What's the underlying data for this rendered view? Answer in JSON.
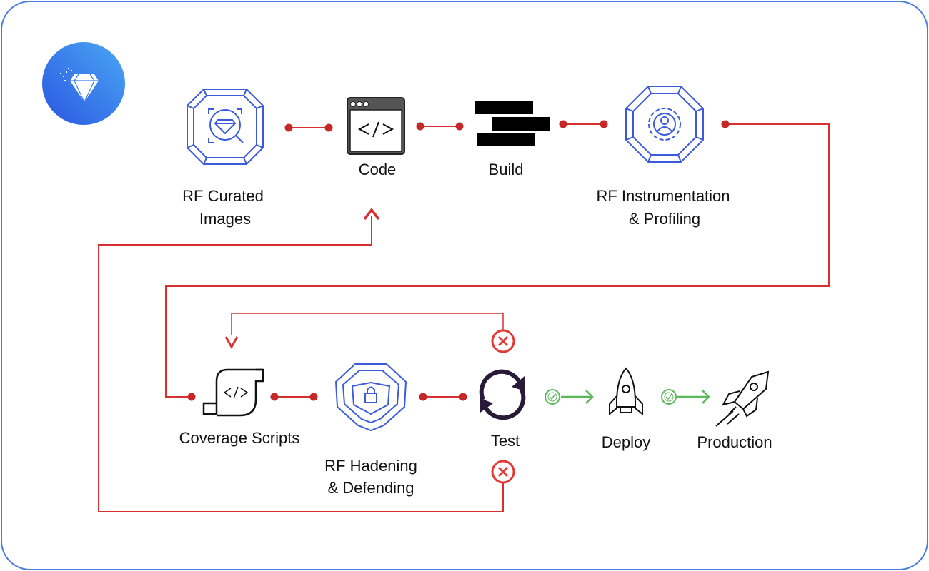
{
  "colors": {
    "border": "#4a7be0",
    "accent_blue": "#3b5bdb",
    "connector_red": "#d63030",
    "success_green": "#5cb85c",
    "fail_red": "#e53935"
  },
  "logo": {
    "icon": "diamond-icon"
  },
  "nodes": {
    "curated": {
      "line1": "RF Curated",
      "line2": "Images",
      "icon": "diamond-search-icon"
    },
    "code": {
      "label": "Code",
      "icon": "code-window-icon"
    },
    "build": {
      "label": "Build",
      "icon": "build-bars-icon"
    },
    "instrumentation": {
      "line1": "RF Instrumentation",
      "line2": "& Profiling",
      "icon": "gear-user-icon"
    },
    "coverage": {
      "label": "Coverage Scripts",
      "icon": "script-scroll-icon"
    },
    "hardening": {
      "line1": "RF Hadening",
      "line2": "& Defending",
      "icon": "shield-lock-icon"
    },
    "test": {
      "label": "Test",
      "icon": "sync-icon"
    },
    "deploy": {
      "label": "Deploy",
      "icon": "rocket-icon"
    },
    "production": {
      "label": "Production",
      "icon": "rocket-launch-icon"
    }
  }
}
